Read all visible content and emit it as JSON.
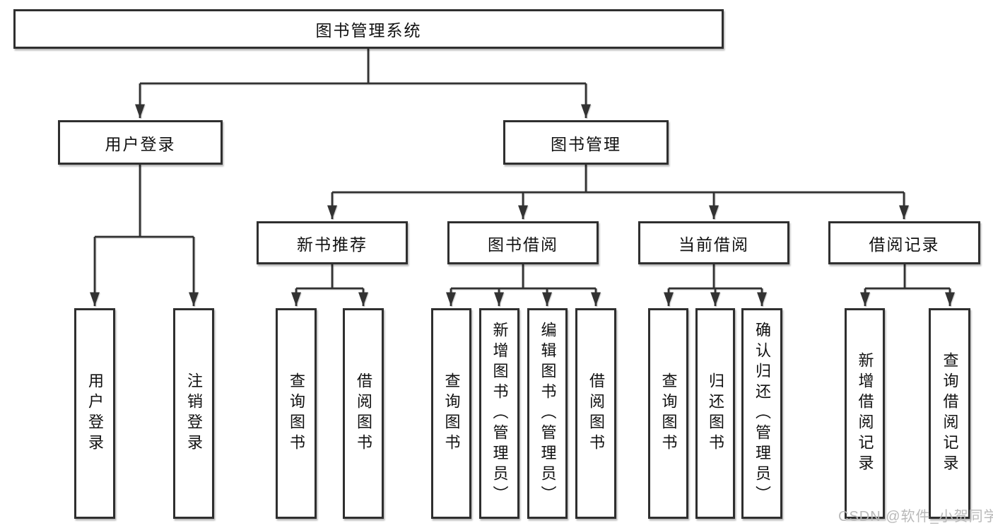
{
  "diagram_title": "图书管理系统",
  "nodes": {
    "root": {
      "label": "图书管理系统"
    },
    "user_login": {
      "label": "用户登录"
    },
    "book_mgmt": {
      "label": "图书管理"
    },
    "new_book_rec": {
      "label": "新书推荐"
    },
    "book_borrow": {
      "label": "图书借阅"
    },
    "current_borrow": {
      "label": "当前借阅"
    },
    "borrow_records": {
      "label": "借阅记录"
    },
    "leaf_user_login": {
      "label": "用户登录"
    },
    "leaf_logout": {
      "label": "注销登录"
    },
    "rec_query_books": {
      "label": "查询图书"
    },
    "rec_borrow_books": {
      "label": "借阅图书"
    },
    "bb_query_books": {
      "label": "查询图书"
    },
    "bb_add_books": {
      "label": "新增图书（管理员）"
    },
    "bb_edit_books": {
      "label": "编辑图书（管理员）"
    },
    "bb_borrow_books": {
      "label": "借阅图书"
    },
    "cb_query_books": {
      "label": "查询图书"
    },
    "cb_return_books": {
      "label": "归还图书"
    },
    "cb_confirm_return": {
      "label": "确认归还（管理员）"
    },
    "br_add_record": {
      "label": "新增借阅记录"
    },
    "br_query_record": {
      "label": "查询借阅记录"
    }
  },
  "edges": [
    "图书管理系统→用户登录",
    "图书管理系统→图书管理",
    "用户登录→用户登录",
    "用户登录→注销登录",
    "图书管理→新书推荐",
    "图书管理→图书借阅",
    "图书管理→当前借阅",
    "图书管理→借阅记录",
    "新书推荐→查询图书",
    "新书推荐→借阅图书",
    "图书借阅→查询图书",
    "图书借阅→新增图书（管理员）",
    "图书借阅→编辑图书（管理员）",
    "图书借阅→借阅图书",
    "当前借阅→查询图书",
    "当前借阅→归还图书",
    "当前借阅→确认归还（管理员）",
    "借阅记录→新增借阅记录",
    "借阅记录→查询借阅记录"
  ],
  "watermark": "CSDN @软件_小贺同学",
  "colors": {
    "line": "#333333",
    "box_border": "#2f2f2f",
    "box_background": "#ffffff",
    "text": "#111111",
    "watermark": "#b9b9b9"
  }
}
